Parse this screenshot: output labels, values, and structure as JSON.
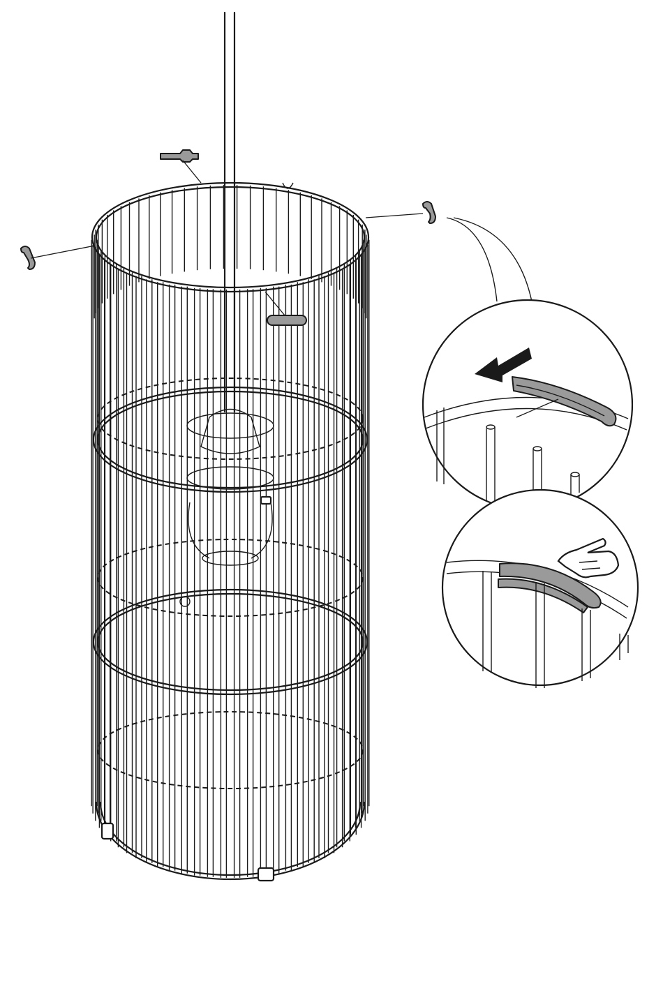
{
  "figure": {
    "type": "assembly-instruction",
    "palette": {
      "line": "#1a1a1a",
      "clip_fill": "#9a9a9a",
      "background": "#ffffff"
    },
    "icons": [
      "wire-cage",
      "suspension-rod",
      "gray-clip",
      "arrow-left",
      "pointing-hand"
    ],
    "clips_shown": 4,
    "detail_views": 2
  }
}
